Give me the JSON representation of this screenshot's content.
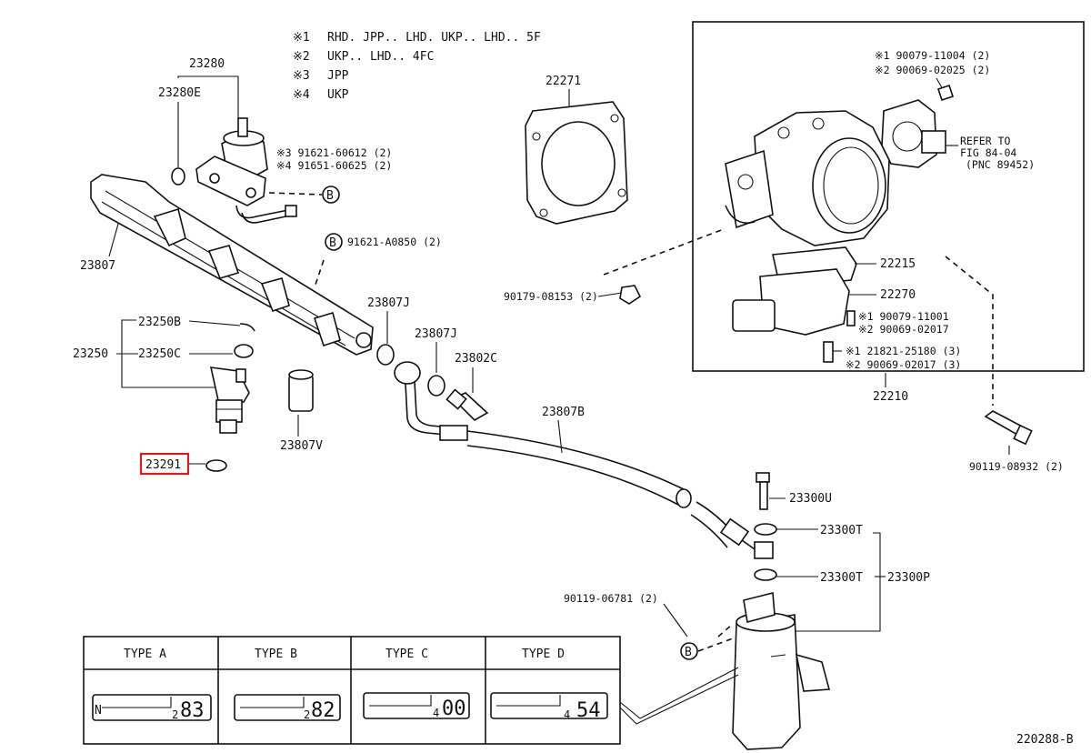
{
  "notes": [
    {
      "mark": "※1",
      "text": "RHD. JPP.. LHD. UKP.. LHD.. 5F"
    },
    {
      "mark": "※2",
      "text": "UKP.. LHD.. 4FC"
    },
    {
      "mark": "※3",
      "text": "JPP"
    },
    {
      "mark": "※4",
      "text": "UKP"
    }
  ],
  "labels": {
    "p23280": "23280",
    "p23280E": "23280E",
    "n3_91621": "※3 91621-60612 (2)",
    "n4_91651": "※4 91651-60625 (2)",
    "p23807": "23807",
    "p91621A": "91621-A0850 (2)",
    "p23250B": "23250B",
    "p23250": "23250",
    "p23250C": "23250C",
    "p23291": "23291",
    "p23807V": "23807V",
    "p23807J_1": "23807J",
    "p23807J_2": "23807J",
    "p23802C": "23802C",
    "p23807B": "23807B",
    "p22271": "22271",
    "p90179": "90179-08153 (2)",
    "n1_90079_top": "※1 90079-11004 (2)",
    "n2_90069_top": "※2 90069-02025 (2)",
    "refer1": "REFER TO",
    "refer2": "FIG 84-04",
    "refer3": "(PNC 89452)",
    "p22215": "22215",
    "p22270": "22270",
    "n1_90079_mid": "※1 90079-11001",
    "n2_90069_mid": "※2 90069-02017",
    "n1_121821": "※1 21821-25180 (3)",
    "n2_90069_bot": "※2 90069-02017 (3)",
    "p22210": "22210",
    "p90119_08932": "90119-08932 (2)",
    "p23300U": "23300U",
    "p23300T_1": "23300T",
    "p23300T_2": "23300T",
    "p23300P": "23300P",
    "p90119_06781": "90119-06781 (2)",
    "figure_id": "220288-B"
  },
  "callout_marker": "B",
  "type_table": {
    "headers": [
      "TYPE A",
      "TYPE B",
      "TYPE C",
      "TYPE D"
    ],
    "values": [
      {
        "prefix": "N",
        "small": "2",
        "big": "83"
      },
      {
        "prefix": "",
        "small": "2",
        "big": "82"
      },
      {
        "prefix": "",
        "small": "4",
        "big": "00"
      },
      {
        "prefix": "",
        "small": "4",
        "big": "54"
      }
    ]
  },
  "highlight": "23291"
}
